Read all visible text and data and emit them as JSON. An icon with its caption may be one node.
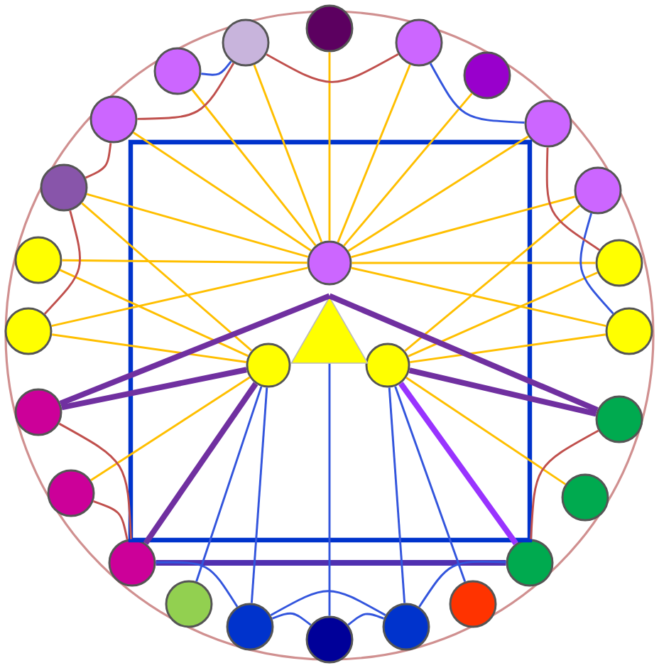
{
  "diagram": {
    "nodes": [
      {
        "text": [],
        "shape": "circle"
      },
      {
        "text": [],
        "shape": "circle"
      },
      {
        "text": [],
        "shape": "circle"
      },
      {
        "text": [],
        "shape": "circle"
      },
      {
        "text": [],
        "shape": "circle"
      },
      {
        "text": [],
        "shape": "circle"
      },
      {
        "text": [],
        "shape": "circle"
      },
      {
        "text": [],
        "shape": "circle"
      },
      {
        "text": [],
        "shape": "circle"
      },
      {
        "text": [],
        "shape": "circle"
      },
      {
        "text": [],
        "shape": "circle"
      },
      {
        "text": [],
        "shape": "circle"
      },
      {
        "text": [],
        "shape": "circle"
      },
      {
        "text": [],
        "shape": "circle"
      },
      {
        "text": [],
        "shape": "circle"
      },
      {
        "text": [],
        "shape": "circle"
      },
      {
        "text": [],
        "shape": "circle"
      },
      {
        "text": [],
        "shape": "circle"
      },
      {
        "text": [],
        "shape": "circle"
      },
      {
        "text": [],
        "shape": "circle"
      },
      {
        "text": [],
        "shape": "circle"
      },
      {
        "text": [],
        "shape": "circle"
      },
      {
        "text": [],
        "shape": "circle"
      },
      {
        "text": [],
        "shape": "circle"
      },
      {
        "text": [],
        "shape": "box"
      },
      {
        "text": [],
        "shape": "circle",
        "in": 24
      },
      {
        "text": [],
        "shape": "circle",
        "in": 24
      },
      {
        "text": [],
        "shape": "circle",
        "in": 24
      },
      {
        "text": [],
        "shape": "triangle",
        "in": 24
      }
    ],
    "edges": [
      {
        "from": 0,
        "to": 25,
        "arrow": "none"
      },
      {
        "from": 1,
        "to": 25,
        "arrow": "none"
      },
      {
        "from": 23,
        "to": 25,
        "arrow": "none"
      },
      {
        "from": 2,
        "to": 25,
        "arrow": "none"
      },
      {
        "from": 22,
        "to": 25,
        "arrow": "none"
      },
      {
        "from": 3,
        "to": 25,
        "arrow": "none"
      },
      {
        "from": 21,
        "to": 25,
        "arrow": "none"
      },
      {
        "from": 4,
        "to": 25,
        "arrow": "none"
      },
      {
        "from": 20,
        "to": 25,
        "arrow": "none"
      },
      {
        "from": 5,
        "to": 25,
        "arrow": "none"
      },
      {
        "from": 19,
        "to": 25,
        "arrow": "none"
      },
      {
        "from": 6,
        "to": 25,
        "arrow": "none"
      },
      {
        "from": 18,
        "to": 25,
        "arrow": "none"
      },
      {
        "from": 20,
        "to": 26,
        "arrow": "none"
      },
      {
        "from": 19,
        "to": 26,
        "arrow": "none"
      },
      {
        "from": 18,
        "to": 26,
        "arrow": "none"
      },
      {
        "from": 16,
        "to": 26,
        "arrow": "none"
      },
      {
        "from": 4,
        "to": 27,
        "arrow": "none"
      },
      {
        "from": 5,
        "to": 27,
        "arrow": "none"
      },
      {
        "from": 6,
        "to": 27,
        "arrow": "none"
      },
      {
        "from": 8,
        "to": 27,
        "arrow": "none"
      },
      {
        "from": 17,
        "to": 28,
        "arrow": "none",
        "style": "thick",
        "color": "#7030a0"
      },
      {
        "from": 17,
        "to": 26,
        "arrow": "none",
        "style": "thick",
        "color": "#7030a0"
      },
      {
        "from": 7,
        "to": 28,
        "arrow": "none",
        "style": "thick",
        "color": "#7030a0"
      },
      {
        "from": 7,
        "to": 27,
        "arrow": "none",
        "style": "thick",
        "color": "#7030a0"
      },
      {
        "from": 15,
        "to": 26,
        "arrow": "none",
        "style": "thick",
        "color": "#7030a0"
      },
      {
        "from": 15,
        "to": 9,
        "arrow": "none",
        "style": "thick",
        "color": "#5030b0"
      },
      {
        "from": 9,
        "to": 27,
        "arrow": "none",
        "style": "thick",
        "color": "#9933ff"
      },
      {
        "from": 26,
        "to": 14,
        "arrow": "none",
        "color": "#3355dd"
      },
      {
        "from": 26,
        "to": 13,
        "arrow": "none",
        "color": "#3355dd"
      },
      {
        "from": 28,
        "to": 12,
        "arrow": "none",
        "color": "#3355dd"
      },
      {
        "from": 27,
        "to": 11,
        "arrow": "none",
        "color": "#3355dd"
      },
      {
        "from": 27,
        "to": 10,
        "arrow": "none",
        "color": "#3355dd"
      },
      {
        "from": 15,
        "to": 13,
        "arrow": "none",
        "color": "#3355dd"
      },
      {
        "from": 9,
        "to": 11,
        "arrow": "none",
        "color": "#3355dd"
      },
      {
        "from": 13,
        "to": 11,
        "arrow": "none",
        "color": "#3355dd"
      },
      {
        "from": 13,
        "to": 12,
        "arrow": "none",
        "color": "#3355dd"
      },
      {
        "from": 11,
        "to": 12,
        "arrow": "none",
        "color": "#3355dd"
      },
      {
        "from": 22,
        "to": 23,
        "arrow": "none",
        "color": "#3355dd"
      },
      {
        "from": 1,
        "to": 3,
        "arrow": "none",
        "color": "#3355dd"
      },
      {
        "from": 4,
        "to": 6,
        "arrow": "none",
        "color": "#3355dd"
      },
      {
        "from": 23,
        "to": 1,
        "arrow": "none",
        "color": "#c0504d"
      },
      {
        "from": 21,
        "to": 23,
        "arrow": "none",
        "color": "#c0504d"
      },
      {
        "from": 21,
        "to": 20,
        "arrow": "none",
        "color": "#c0504d"
      },
      {
        "from": 20,
        "to": 18,
        "arrow": "none",
        "color": "#c0504d"
      },
      {
        "from": 3,
        "to": 5,
        "arrow": "none",
        "color": "#c0504d"
      },
      {
        "from": 17,
        "to": 15,
        "arrow": "none",
        "color": "#c0504d"
      },
      {
        "from": 16,
        "to": 15,
        "arrow": "none",
        "color": "#c0504d"
      },
      {
        "from": 7,
        "to": 9,
        "arrow": "none",
        "color": "#c0504d"
      }
    ]
  }
}
